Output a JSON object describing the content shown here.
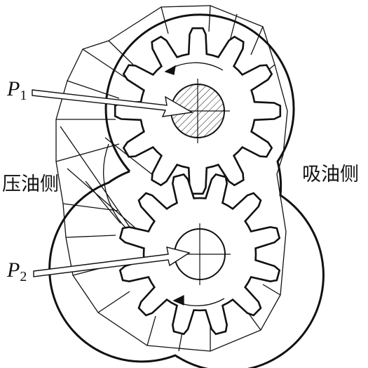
{
  "labels": {
    "pressure_side": "压油侧",
    "suction_side": "吸油侧",
    "p1_letter": "P",
    "p1_sub": "1",
    "p2_letter": "P",
    "p2_sub": "2"
  },
  "gears": {
    "upper_teeth": 12,
    "lower_teeth": 12,
    "upper_rotation": "counterclockwise",
    "lower_rotation": "clockwise"
  },
  "colors": {
    "line": "#111111",
    "background": "#ffffff"
  }
}
